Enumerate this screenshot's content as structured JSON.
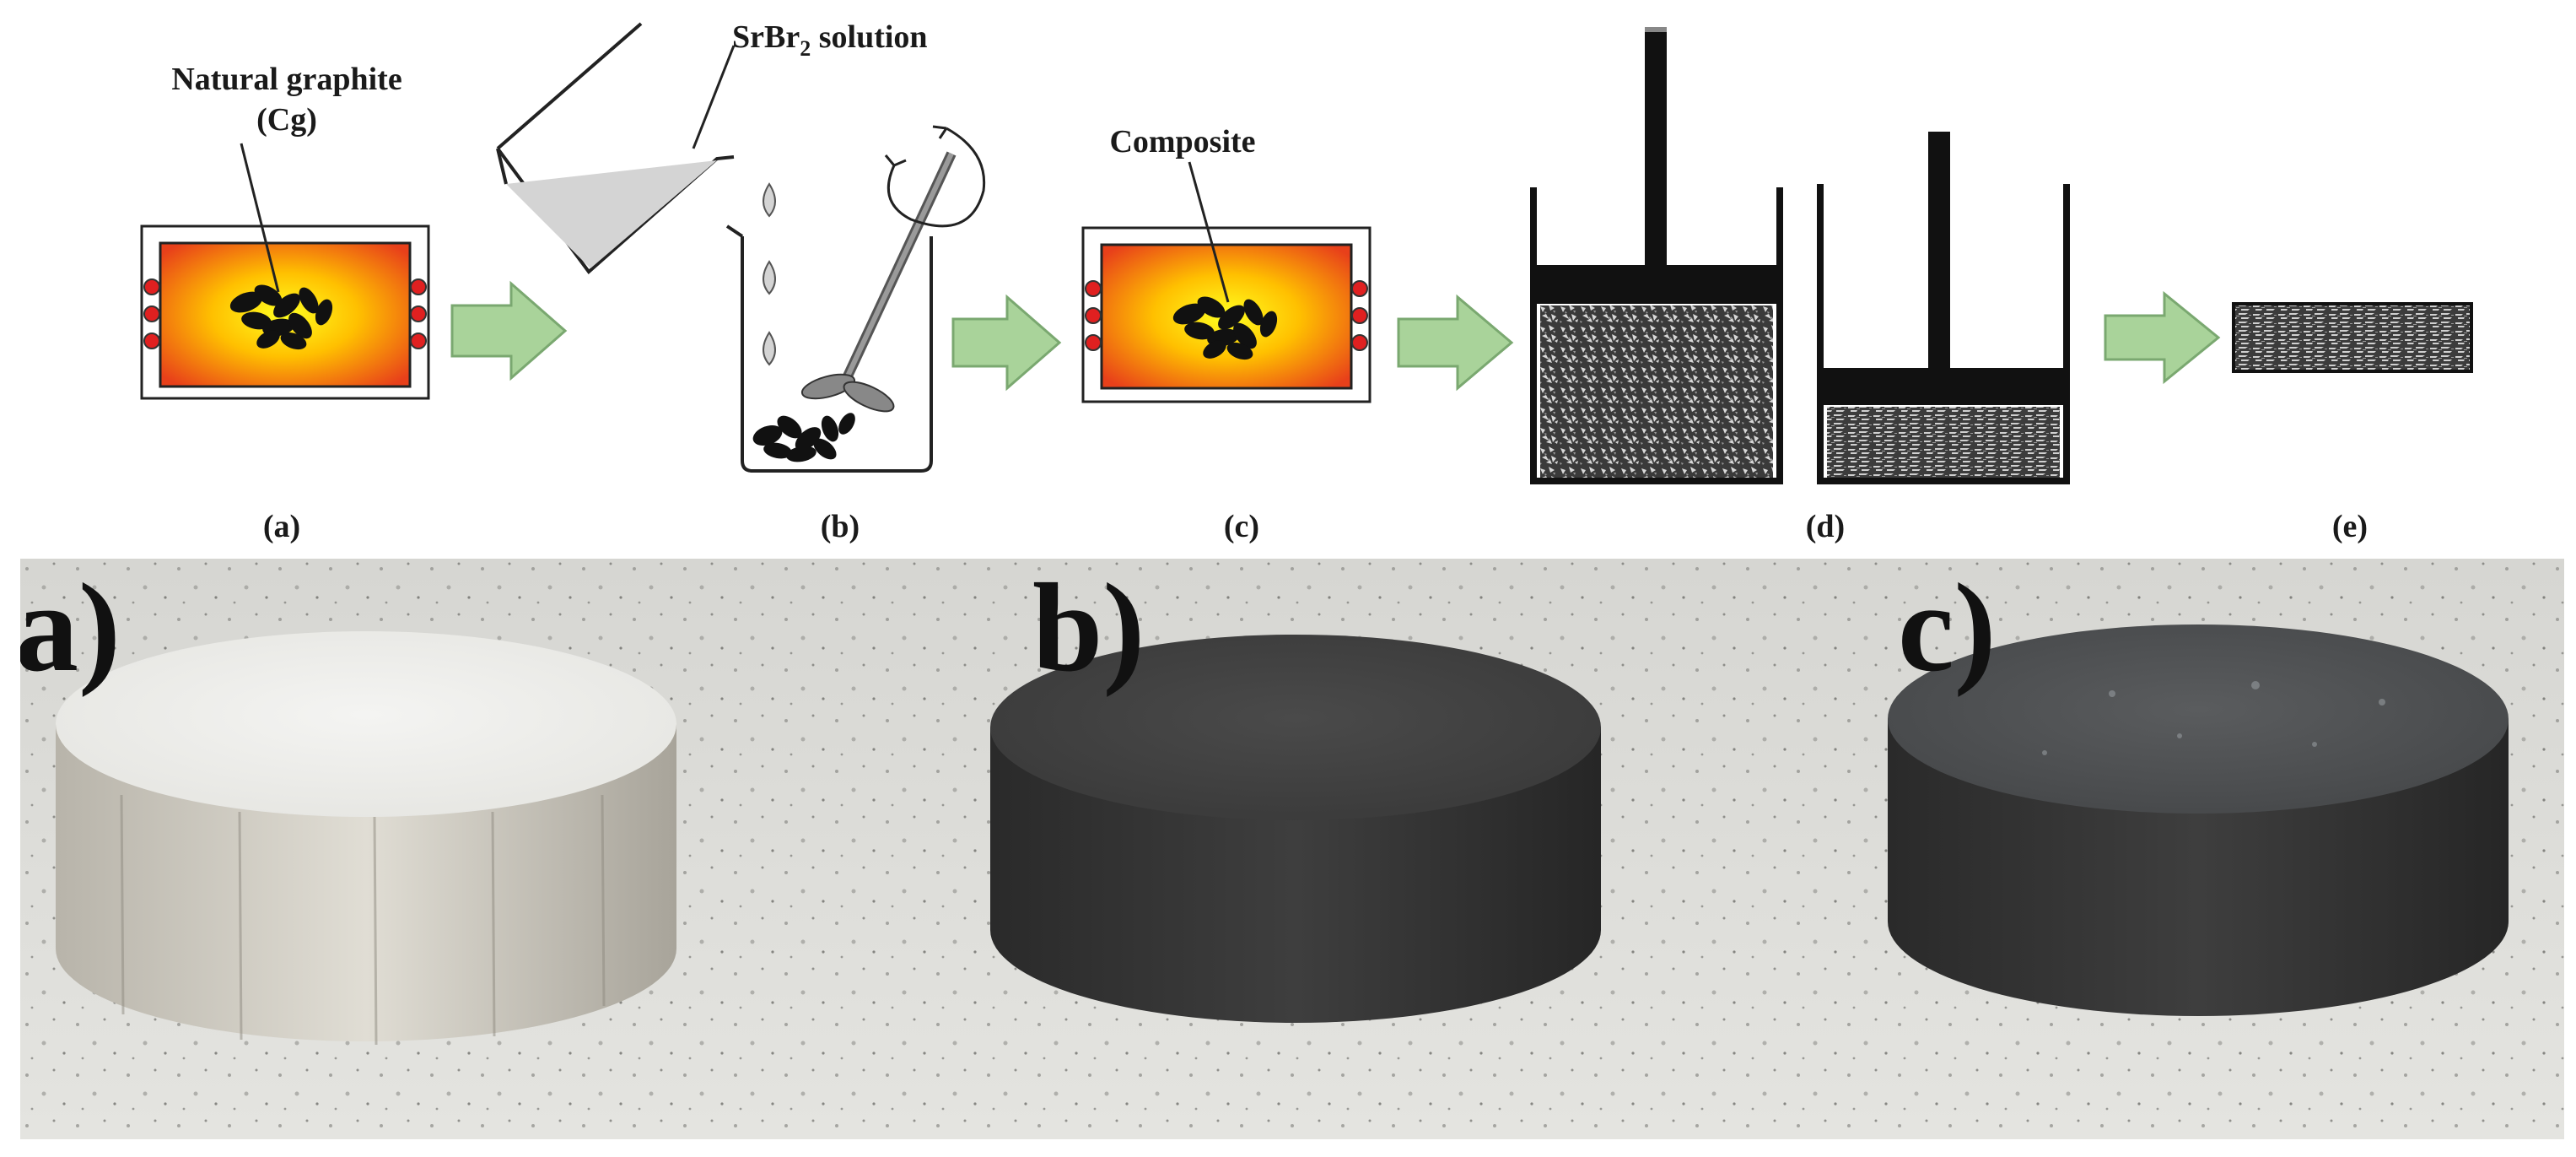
{
  "schematic": {
    "graphite_label_line1": "Natural graphite",
    "graphite_label_line2": "(Cg)",
    "solution_label_main": "SrBr",
    "solution_label_sub": "2",
    "solution_label_rest": " solution",
    "composite_label": "Composite",
    "captions": [
      "(a)",
      "(b)",
      "(c)",
      "(d)",
      "(e)"
    ]
  },
  "photo": {
    "labels": [
      "a)",
      "b)",
      "c)"
    ]
  },
  "colors": {
    "arrow_fill": "#a9d39a",
    "arrow_stroke": "#7aa870",
    "oven_outer": "#e8521c",
    "oven_inner": "#ffe600",
    "heater_dot": "#e02020",
    "liquid": "#d4d4d4",
    "background_photo": "#dcdcd8"
  }
}
